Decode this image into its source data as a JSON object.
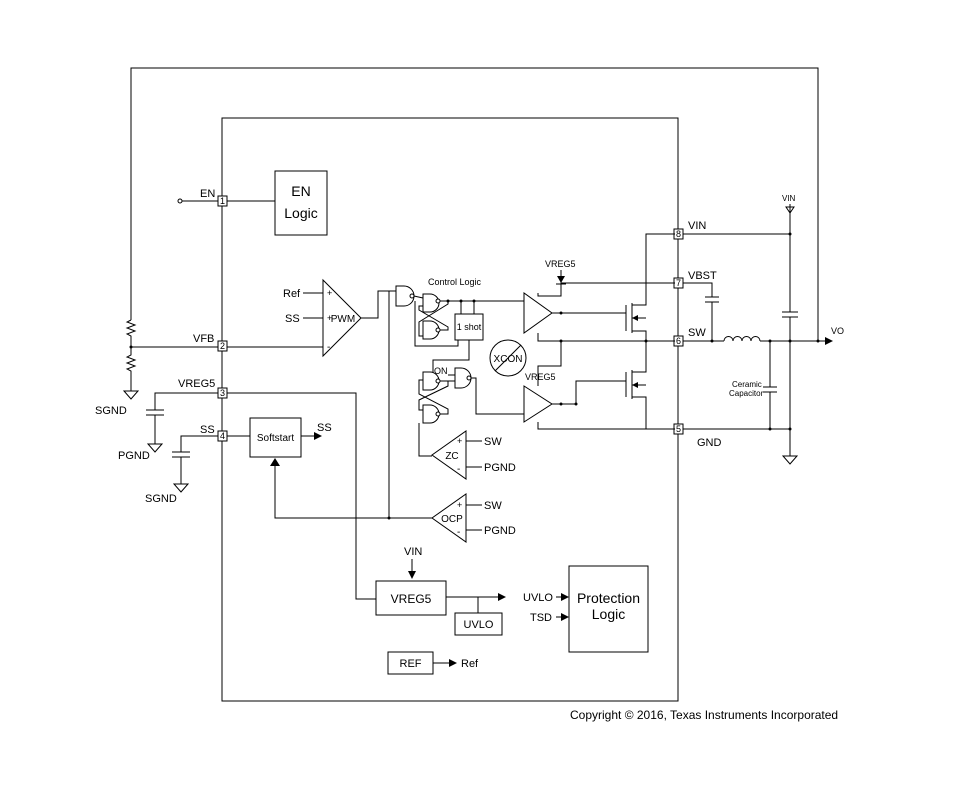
{
  "pins": {
    "en": {
      "name": "EN",
      "num": "1"
    },
    "vfb": {
      "name": "VFB",
      "num": "2"
    },
    "vreg5": {
      "name": "VREG5",
      "num": "3"
    },
    "ss": {
      "name": "SS",
      "num": "4"
    },
    "gnd": {
      "name": "GND",
      "num": "5"
    },
    "sw": {
      "name": "SW",
      "num": "6"
    },
    "vbst": {
      "name": "VBST",
      "num": "7"
    },
    "vin": {
      "name": "VIN",
      "num": "8"
    }
  },
  "blocks": {
    "en_logic": {
      "line1": "EN",
      "line2": "Logic"
    },
    "softstart": "Softstart",
    "vreg5": "VREG5",
    "uvlo": "UVLO",
    "ref": "REF",
    "protection": {
      "line1": "Protection",
      "line2": "Logic"
    },
    "one_shot": "1 shot",
    "xcon": "XCON"
  },
  "comparators": {
    "pwm": {
      "name": "PWM",
      "in1": "Ref",
      "in2": "SS",
      "plus1": "+",
      "plus2": "+",
      "minus": "-"
    },
    "zc": {
      "name": "ZC",
      "in1": "SW",
      "in2": "PGND",
      "plus": "+",
      "minus": "-"
    },
    "ocp": {
      "name": "OCP",
      "in1": "SW",
      "in2": "PGND",
      "plus": "+",
      "minus": "-"
    }
  },
  "labels": {
    "control_logic": "Control Logic",
    "on": "ON",
    "vreg5_top": "VREG5",
    "vreg5_driver": "VREG5",
    "ss_out": "SS",
    "ref_out": "Ref",
    "vin_in": "VIN",
    "uvlo_in": "UVLO",
    "tsd_in": "TSD",
    "vin_rail": "VIN",
    "vo": "VO",
    "ceramic_line1": "Ceramic",
    "ceramic_line2": "Capacitor"
  },
  "grounds": {
    "sgnd1": "SGND",
    "pgnd": "PGND",
    "sgnd2": "SGND"
  },
  "copyright": "Copyright © 2016, Texas Instruments Incorporated"
}
